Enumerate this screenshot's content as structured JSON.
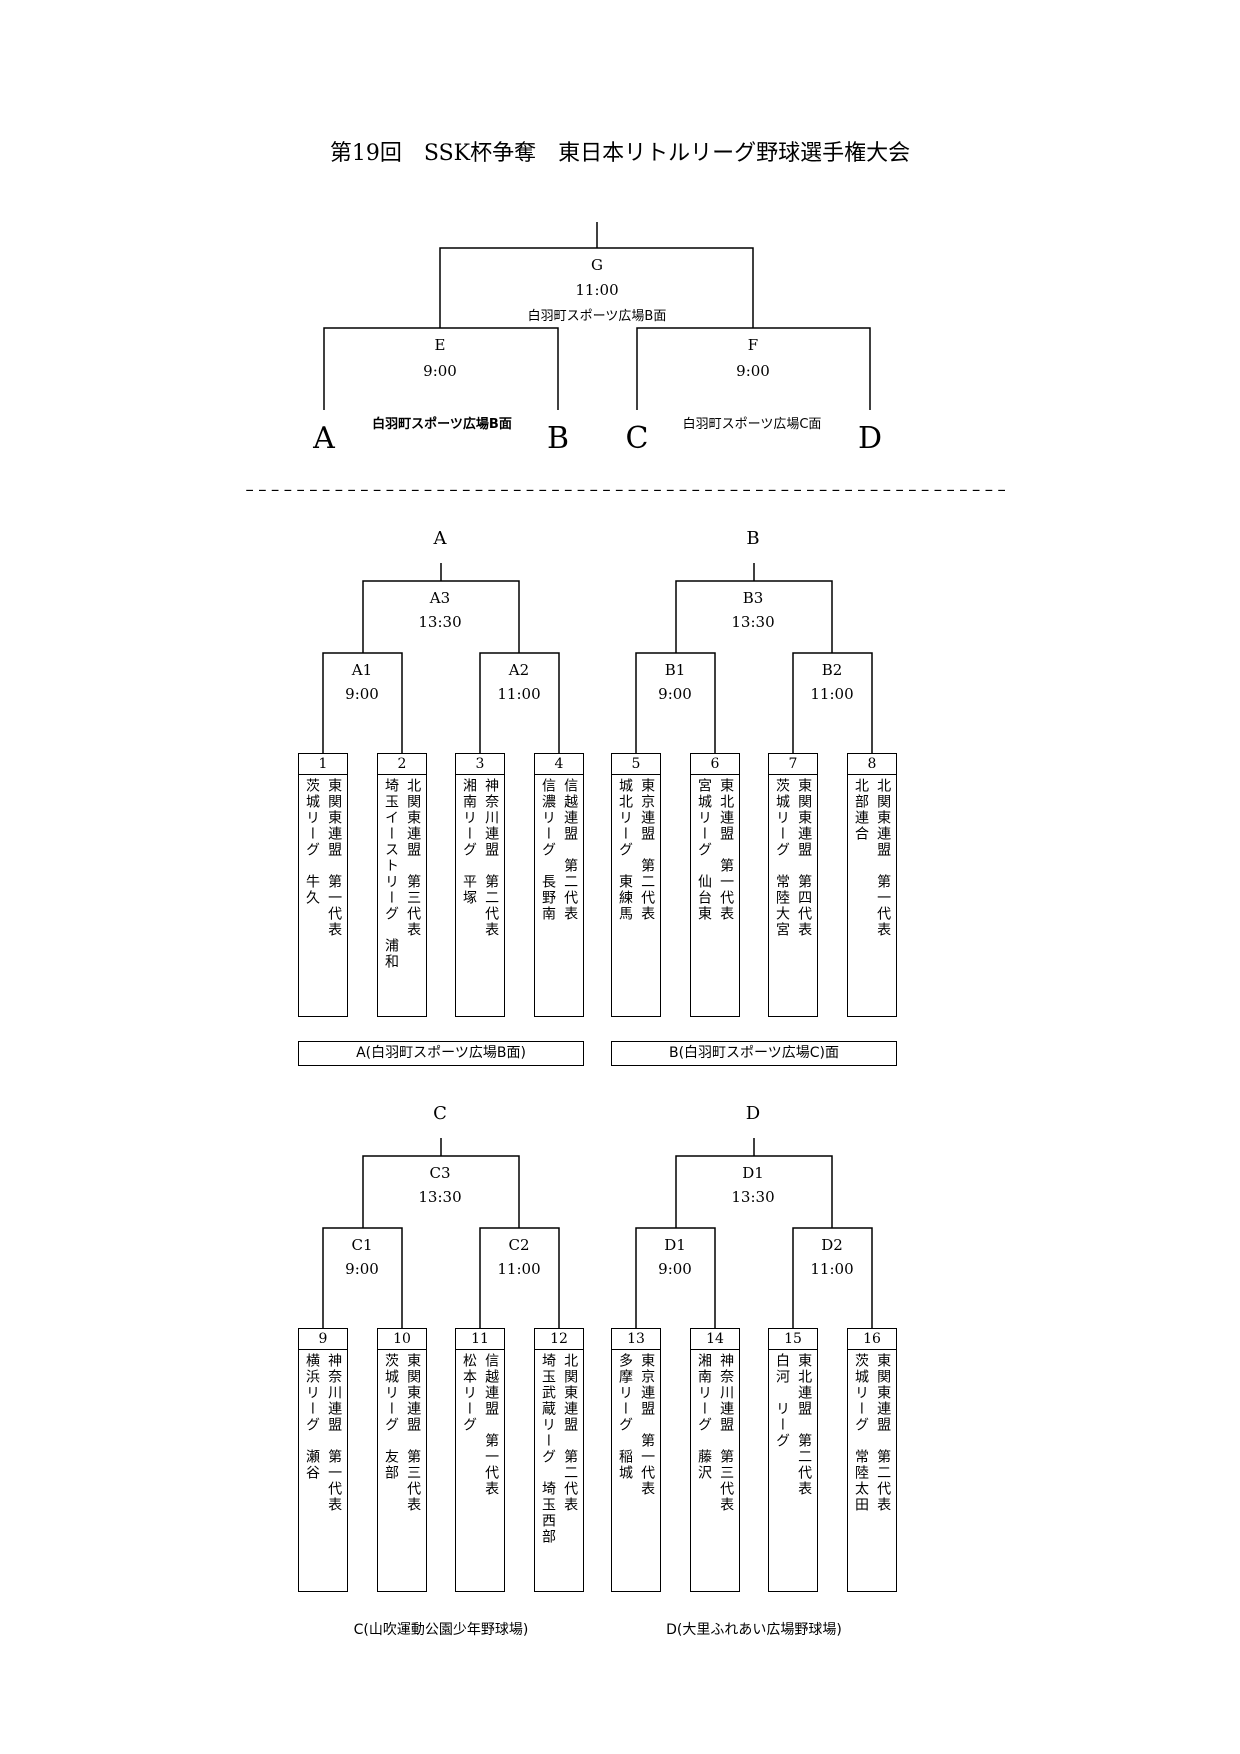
{
  "title": "第19回　SSK杯争奪　東日本リトルリーグ野球選手権大会",
  "final": {
    "g": {
      "label": "G",
      "time": "11:00",
      "venue": "白羽町スポーツ広場B面"
    },
    "e": {
      "label": "E",
      "time": "9:00",
      "venue": "白羽町スポーツ広場B面"
    },
    "f": {
      "label": "F",
      "time": "9:00",
      "venue": "白羽町スポーツ広場C面"
    },
    "slots": [
      "A",
      "B",
      "C",
      "D"
    ]
  },
  "separator": "--------------------------------------------------------------------------------",
  "blocks": [
    {
      "name": "A",
      "top": {
        "label": "A3",
        "time": "13:30"
      },
      "left": {
        "label": "A1",
        "time": "9:00"
      },
      "right": {
        "label": "A2",
        "time": "11:00"
      },
      "venue": "A(白羽町スポーツ広場B面)",
      "teams": [
        {
          "num": "1",
          "lines": [
            "東関東連盟　第一代表",
            "茨城リーグ　牛久"
          ]
        },
        {
          "num": "2",
          "lines": [
            "北関東連盟　第三代表",
            "埼玉イーストリーグ　浦和"
          ]
        },
        {
          "num": "3",
          "lines": [
            "神奈川連盟　第二代表",
            "湘南リーグ　平塚"
          ]
        },
        {
          "num": "4",
          "lines": [
            "信越連盟　第二代表",
            "信濃リーグ　長野南"
          ]
        }
      ]
    },
    {
      "name": "B",
      "top": {
        "label": "B3",
        "time": "13:30"
      },
      "left": {
        "label": "B1",
        "time": "9:00"
      },
      "right": {
        "label": "B2",
        "time": "11:00"
      },
      "venue": "B(白羽町スポーツ広場C)面",
      "teams": [
        {
          "num": "5",
          "lines": [
            "東京連盟　第二代表",
            "城北リーグ　東練馬"
          ]
        },
        {
          "num": "6",
          "lines": [
            "東北連盟　第一代表",
            "宮城リーグ　仙台東"
          ]
        },
        {
          "num": "7",
          "lines": [
            "東関東連盟　第四代表",
            "茨城リーグ　常陸大宮"
          ]
        },
        {
          "num": "8",
          "lines": [
            "北関東連盟　第一代表",
            "北部連合"
          ]
        }
      ]
    },
    {
      "name": "C",
      "top": {
        "label": "C3",
        "time": "13:30"
      },
      "left": {
        "label": "C1",
        "time": "9:00"
      },
      "right": {
        "label": "C2",
        "time": "11:00"
      },
      "venue": "C(山吹運動公園少年野球場)",
      "teams": [
        {
          "num": "9",
          "lines": [
            "神奈川連盟　第一代表",
            "横浜リーグ　瀬谷"
          ]
        },
        {
          "num": "10",
          "lines": [
            "東関東連盟　第三代表",
            "茨城リーグ　友部"
          ]
        },
        {
          "num": "11",
          "lines": [
            "信越連盟　第一代表",
            "松本リーグ"
          ]
        },
        {
          "num": "12",
          "lines": [
            "北関東連盟　第二代表",
            "埼玉武蔵リーグ　埼玉西部"
          ]
        }
      ]
    },
    {
      "name": "D",
      "top": {
        "label": "D1",
        "time": "13:30"
      },
      "left": {
        "label": "D1",
        "time": "9:00"
      },
      "right": {
        "label": "D2",
        "time": "11:00"
      },
      "venue": "D(大里ふれあい広場野球場)",
      "teams": [
        {
          "num": "13",
          "lines": [
            "東京連盟　第一代表",
            "多摩リーグ　稲城"
          ]
        },
        {
          "num": "14",
          "lines": [
            "神奈川連盟　第三代表",
            "湘南リーグ　藤沢"
          ]
        },
        {
          "num": "15",
          "lines": [
            "東北連盟　第二代表",
            "白河　リーグ"
          ]
        },
        {
          "num": "16",
          "lines": [
            "東関東連盟　第二代表",
            "茨城リーグ　常陸太田"
          ]
        }
      ]
    }
  ]
}
